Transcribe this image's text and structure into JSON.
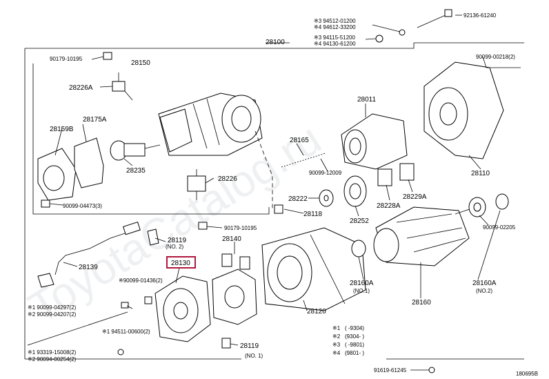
{
  "labels": {
    "28100": "28100",
    "28150": "28150",
    "28226A": "28226A",
    "28175A": "28175A",
    "28159B": "28159B",
    "28235": "28235",
    "28226": "28226",
    "90179_10195_top": "90179-10195",
    "90179_10195_mid": "90179-10195",
    "90099_04473": "90099-04473(3)",
    "28119": "28119",
    "28119_no2": "(NO. 2)",
    "28139": "28139",
    "28140": "28140",
    "28130": "28130",
    "90099_01436": "※90099-01436(2)",
    "90099_04297": "※1 90099-04297(2)",
    "90099_04207": "※2 90099-04207(2)",
    "94511_00600": "※1 94511-00600(2)",
    "93319_15008": "※1 93319-15008(2)",
    "90094_00254": "※2 90094-00254(2)",
    "28119_b": "28119",
    "28119_b_no1": "(NO. 1)",
    "28120": "28120",
    "28165": "28165",
    "90099_12009": "90099-12009",
    "28011": "28011",
    "28222": "28222",
    "28118": "28118",
    "28252": "28252",
    "28228A": "28228A",
    "28229A": "28229A",
    "28110": "28110",
    "90099_00218": "90099-00218(2)",
    "90099_02205": "90099-02205",
    "28160A_no1": "28160A",
    "28160A_no1_sub": "(NO.1)",
    "28160A_no2": "28160A",
    "28160A_no2_sub": "(NO.2)",
    "28160": "28160",
    "ref_94512_01200": "※3 94512-01200",
    "ref_94612_33200": "※4 94612-33200",
    "ref_94115_51200": "※3 94115-51200",
    "ref_94130_61200": "※4 94130-61200",
    "ref_92136_61240": "92136-61240",
    "ref_91619_61245": "91619-61245",
    "diagram_id": "180695B"
  },
  "legend": [
    {
      "mark": "※1",
      "text": "(       -9304)"
    },
    {
      "mark": "※2",
      "text": "(9304-       )"
    },
    {
      "mark": "※3",
      "text": "(       -9801)"
    },
    {
      "mark": "※4",
      "text": "(9801-       )"
    }
  ],
  "watermark": "ToyotaCatalog.ru",
  "highlight_color": "#b0163c"
}
